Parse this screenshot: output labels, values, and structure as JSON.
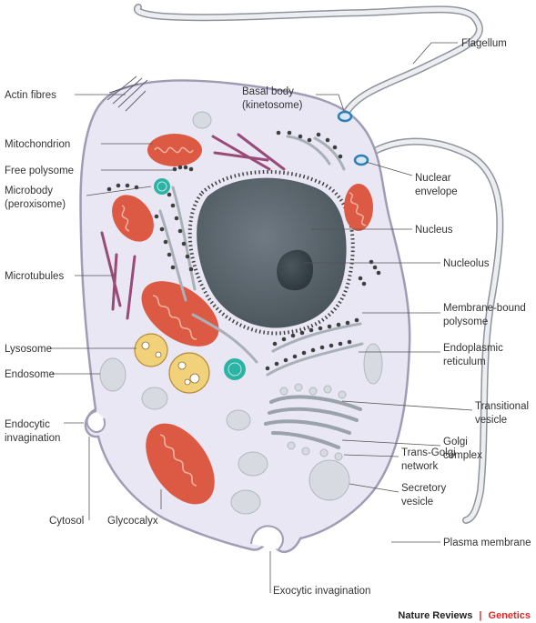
{
  "labels": {
    "flagellum": "Flagellum",
    "actin_fibres": "Actin fibres",
    "basal_body_l1": "Basal body",
    "basal_body_l2": "(kinetosome)",
    "mitochondrion": "Mitochondrion",
    "free_polysome": "Free polysome",
    "microbody_l1": "Microbody",
    "microbody_l2": "(peroxisome)",
    "nuclear_envelope_l1": "Nuclear",
    "nuclear_envelope_l2": "envelope",
    "nucleus": "Nucleus",
    "microtubules": "Microtubules",
    "nucleolus": "Nucleolus",
    "membrane_bound_polysome_l1": "Membrane-bound",
    "membrane_bound_polysome_l2": "polysome",
    "lysosome": "Lysosome",
    "endoplasmic_reticulum_l1": "Endoplasmic",
    "endoplasmic_reticulum_l2": "reticulum",
    "endosome": "Endosome",
    "transitional_vesicle_l1": "Transitional",
    "transitional_vesicle_l2": "vesicle",
    "endocytic_invagination_l1": "Endocytic",
    "endocytic_invagination_l2": "invagination",
    "golgi_complex_l1": "Golgi",
    "golgi_complex_l2": "complex",
    "trans_golgi_network_l1": "Trans-Golgi",
    "trans_golgi_network_l2": "network",
    "cytosol": "Cytosol",
    "glycocalyx": "Glycocalyx",
    "secretory_vesicle_l1": "Secretory",
    "secretory_vesicle_l2": "vesicle",
    "plasma_membrane": "Plasma membrane",
    "exocytic_invagination": "Exocytic invagination"
  },
  "credit": {
    "publisher": "Nature Reviews",
    "separator": "|",
    "journal": "Genetics"
  },
  "colors": {
    "cytoplasm": "#e9e7f4",
    "membrane": "#9f9cb4",
    "nucleus": "#5b666e",
    "nucleolus": "#3b464d",
    "mitochondrion": "#dc5a43",
    "microtubule": "#9a4a78",
    "microbody": "#2db3a3",
    "lysosome": "#f2d17b",
    "vesicle": "#d7dbe1",
    "flagellum": "#b8bcc4",
    "basal_body": "#2b7fb8",
    "ribosome": "#3f3f3f",
    "journal_accent": "#e32726"
  }
}
